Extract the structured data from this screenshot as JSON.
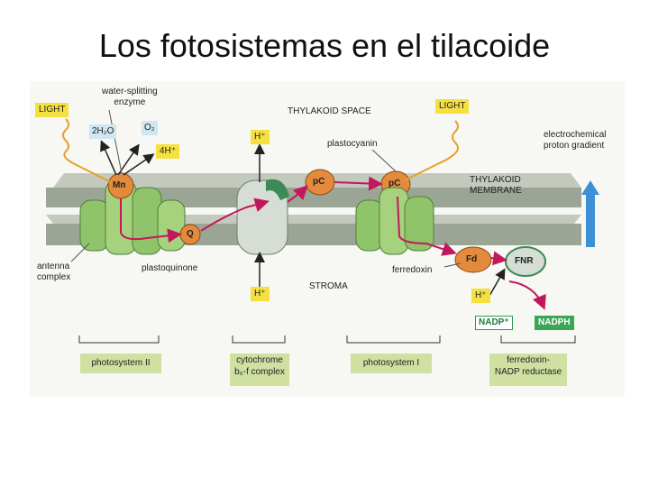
{
  "slide": {
    "title": "Los fotosistemas en el tilacoide"
  },
  "diagram": {
    "light_left": "LIGHT",
    "light_right": "LIGHT",
    "water_enzyme": "water-splitting\nenzyme",
    "water": "2H₂O",
    "oxygen": "O₂",
    "protons_4h": "4H⁺",
    "thylakoid_space": "THYLAKOID SPACE",
    "h_top": "H⁺",
    "plastocyanin": "plastocyanin",
    "electrochemical": "electrochemical\nproton gradient",
    "membrane": "THYLAKOID\nMEMBRANE",
    "mn": "Mn",
    "pc_left": "pC",
    "pc_right": "pC",
    "q": "Q",
    "plastoquinone": "plastoquinone",
    "antenna": "antenna\ncomplex",
    "h_bottom": "H⁺",
    "stroma": "STROMA",
    "fd": "Fd",
    "fnr": "FNR",
    "ferredoxin": "ferredoxin",
    "h_right": "H⁺",
    "nadp_plus": "NADP⁺",
    "nadph": "NADPH",
    "captions": {
      "ps2": "photosystem II",
      "cyt": "cytochrome\nb₆-f complex",
      "ps1": "photosystem I",
      "fnr": "ferredoxin-\nNADP reductase"
    },
    "colors": {
      "membrane": "#9aa596",
      "protein_green": "#8fc46a",
      "carrier_orange": "#e48a3c",
      "light_yellow": "#f5e042",
      "electron_path": "#c2185b",
      "gradient_arrow": "#3d8fd6"
    }
  }
}
